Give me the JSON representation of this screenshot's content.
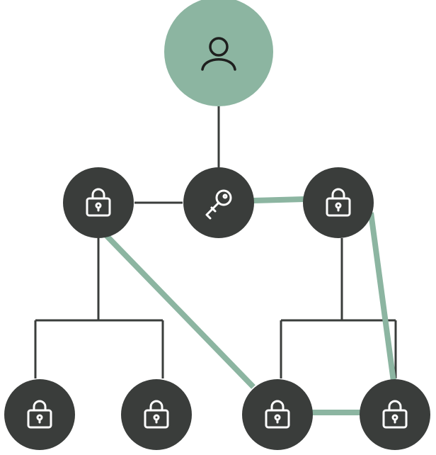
{
  "colors": {
    "background": "#ffffff",
    "user_node_fill": "#8cb5a1",
    "node_fill": "#3a3d3b",
    "node_glyph": "#ffffff",
    "user_glyph": "#1e1f1e",
    "tree_line": "#3a3d3b",
    "access_path": "#8cb5a1"
  },
  "nodes": [
    {
      "id": "user",
      "kind": "user",
      "icon": "user-icon"
    },
    {
      "id": "key",
      "kind": "key",
      "icon": "key-icon"
    },
    {
      "id": "lock-left",
      "kind": "lock",
      "icon": "lock-icon"
    },
    {
      "id": "lock-right",
      "kind": "lock",
      "icon": "lock-icon"
    },
    {
      "id": "lock-bottom-1",
      "kind": "lock",
      "icon": "lock-icon"
    },
    {
      "id": "lock-bottom-2",
      "kind": "lock",
      "icon": "lock-icon"
    },
    {
      "id": "lock-bottom-3",
      "kind": "lock",
      "icon": "lock-icon"
    },
    {
      "id": "lock-bottom-4",
      "kind": "lock",
      "icon": "lock-icon"
    }
  ],
  "hierarchy_edges": [
    {
      "from": "user",
      "to": "key"
    },
    {
      "from": "key",
      "to": "lock-left"
    },
    {
      "from": "lock-left",
      "to": "lock-bottom-1"
    },
    {
      "from": "lock-left",
      "to": "lock-bottom-2"
    },
    {
      "from": "lock-right",
      "to": "lock-bottom-3"
    },
    {
      "from": "lock-right",
      "to": "lock-bottom-4"
    }
  ],
  "access_edges": [
    {
      "from": "key",
      "to": "lock-right"
    },
    {
      "from": "lock-left",
      "to": "lock-bottom-3"
    },
    {
      "from": "lock-right",
      "to": "lock-bottom-4"
    },
    {
      "from": "lock-bottom-3",
      "to": "lock-bottom-4"
    }
  ]
}
